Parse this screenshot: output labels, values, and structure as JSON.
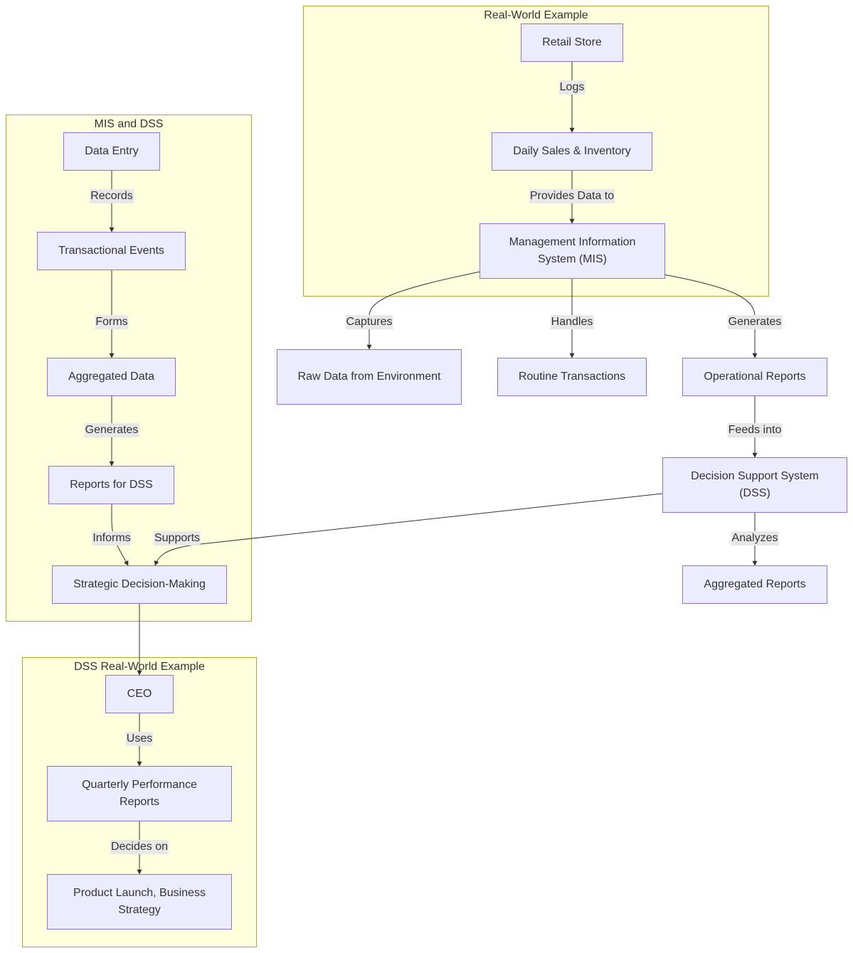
{
  "clusters": {
    "real_world": "Real-World Example",
    "mis_dss": "MIS and DSS",
    "dss_real_world": "DSS Real-World Example"
  },
  "nodes": {
    "retail_store": "Retail Store",
    "daily_sales": "Daily Sales & Inventory",
    "mis": "Management Information System (MIS)",
    "raw_data": "Raw Data from Environment",
    "routine_transactions": "Routine Transactions",
    "operational_reports": "Operational Reports",
    "dss": "Decision Support System (DSS)",
    "aggregated_reports": "Aggregated Reports",
    "data_entry": "Data Entry",
    "transactional_events": "Transactional Events",
    "aggregated_data": "Aggregated Data",
    "reports_for_dss": "Reports for DSS",
    "strategic_decision": "Strategic Decision-Making",
    "ceo": "CEO",
    "quarterly_reports": "Quarterly Performance Reports",
    "product_launch": "Product Launch, Business Strategy"
  },
  "edges": {
    "logs": "Logs",
    "provides_data_to": "Provides Data to",
    "captures": "Captures",
    "handles": "Handles",
    "generates_reports": "Generates",
    "feeds_into": "Feeds into",
    "analyzes": "Analyzes",
    "supports": "Supports",
    "records": "Records",
    "forms": "Forms",
    "generates_dss": "Generates",
    "informs": "Informs",
    "uses": "Uses",
    "decides_on": "Decides on"
  },
  "colors": {
    "cluster_fill": "#ffffde",
    "cluster_border": "#aaaa33",
    "node_fill": "#ececff",
    "node_border": "#9370db",
    "edge": "#333333",
    "edge_label_bg": "#e8e8e8"
  }
}
